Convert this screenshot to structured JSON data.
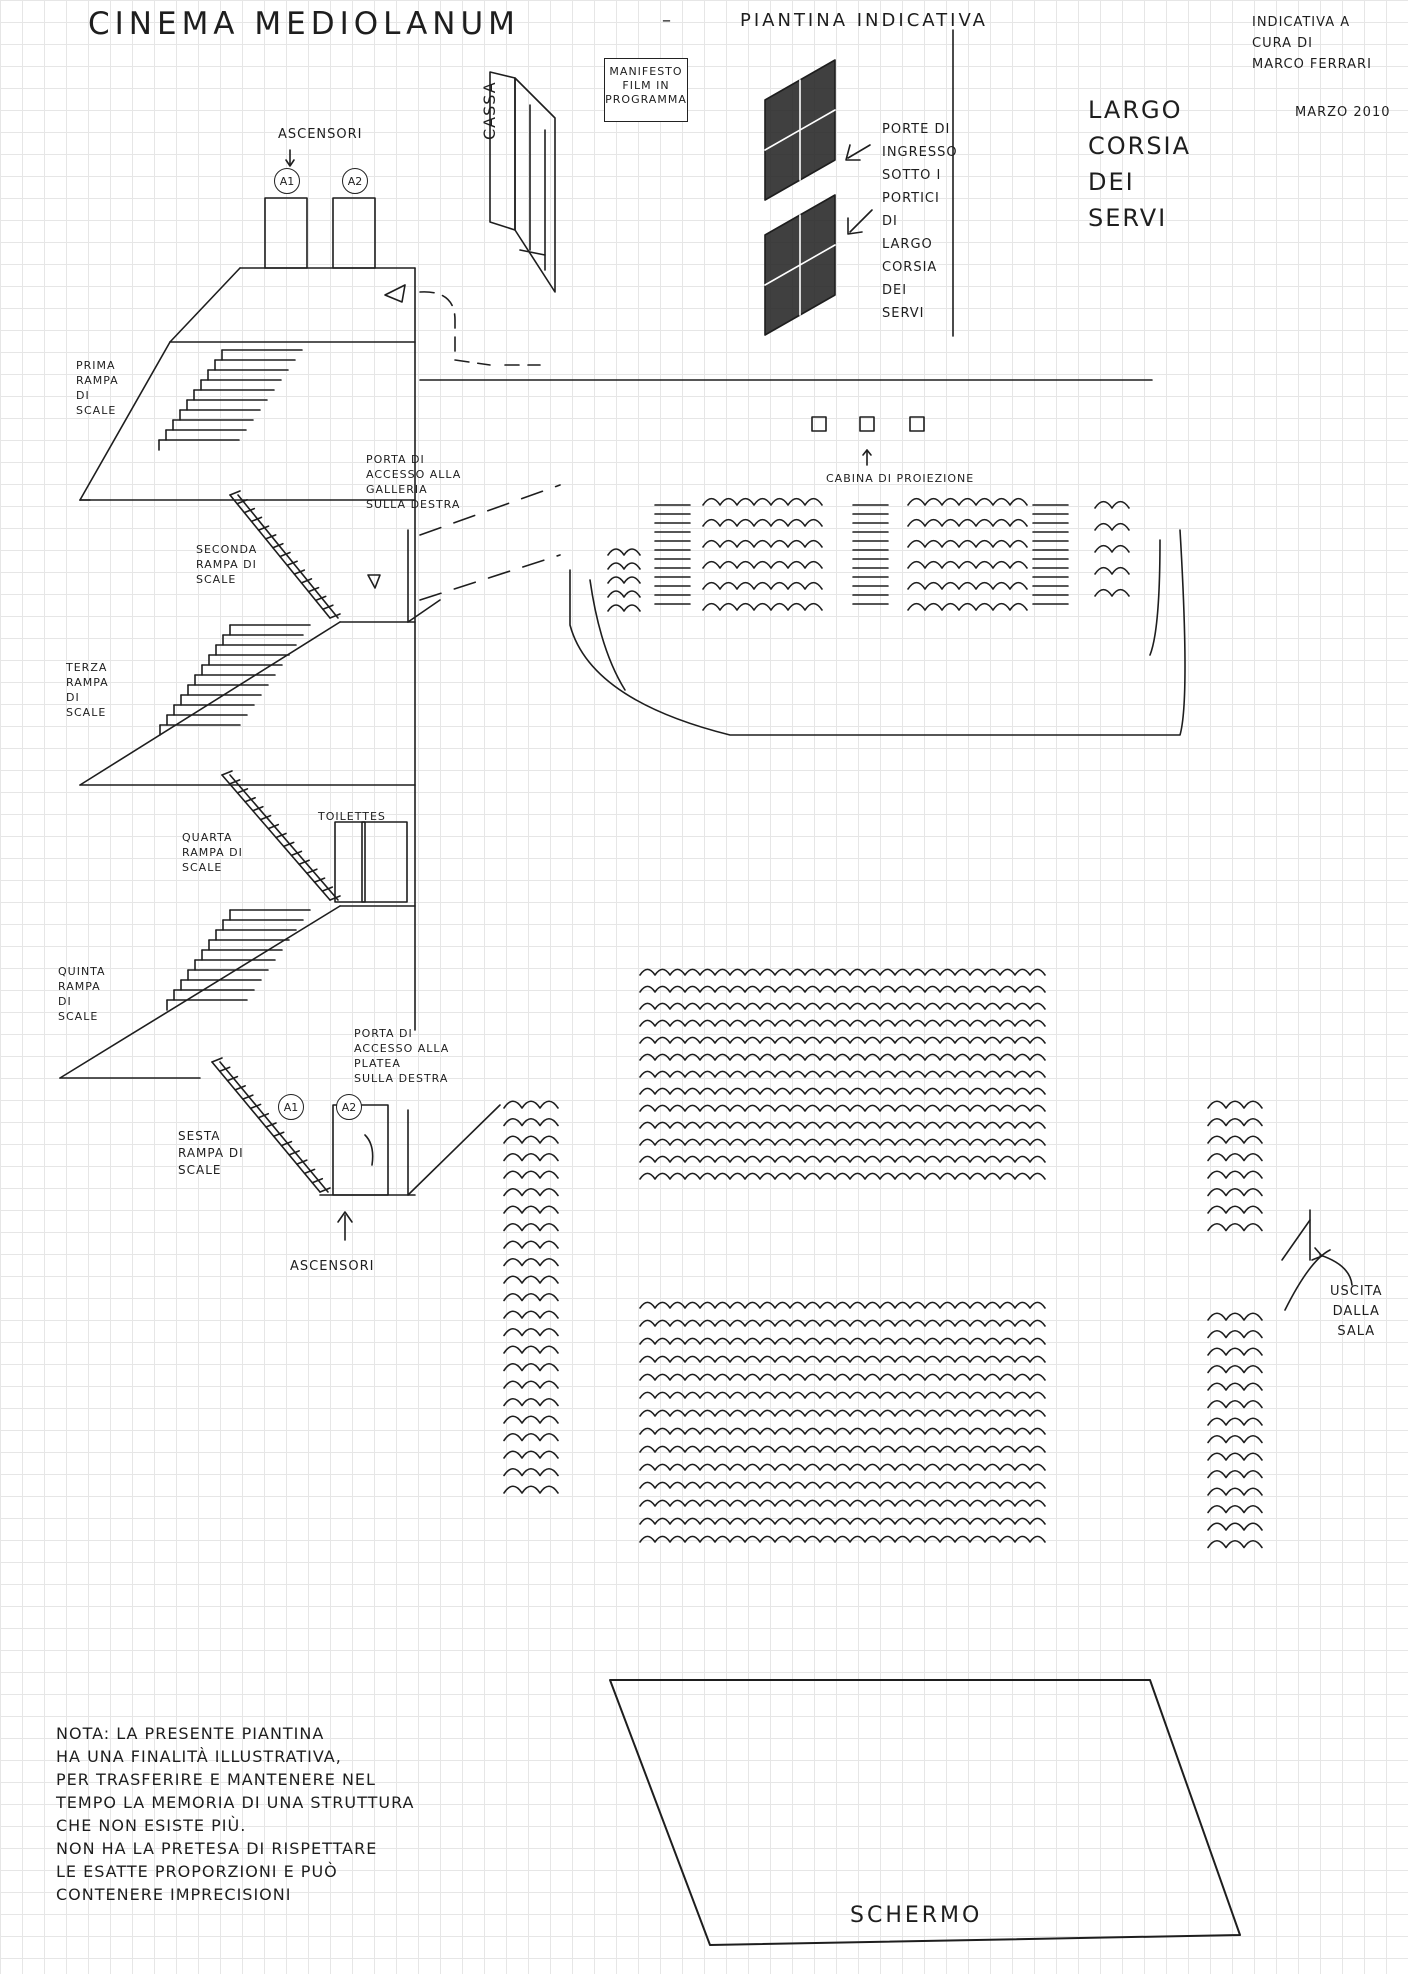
{
  "title": "Cinema Mediolanum",
  "title_separator": "–",
  "subtitle": "Piantina indicativa",
  "credit": {
    "lines": [
      "Indicativa a",
      "cura di",
      "Marco Ferrari"
    ],
    "date": "Marzo 2010"
  },
  "street": [
    "Largo",
    "Corsia",
    "dei",
    "Servi"
  ],
  "labels": {
    "manifesto": [
      "Manifesto",
      "film in",
      "programma"
    ],
    "cassa": "Cassa",
    "ascensori_top": "Ascensori",
    "ascensori_bottom": "Ascensori",
    "lift_a1": "A1",
    "lift_a2": "A2",
    "porte": [
      "Porte di",
      "ingresso",
      "sotto i",
      "portici",
      "di",
      "Largo",
      "Corsia",
      "dei",
      "Servi"
    ],
    "cabina": "Cabina di proiezione",
    "porta_galleria": [
      "Porta di",
      "accesso alla",
      "galleria",
      "sulla destra"
    ],
    "porta_platea": [
      "Porta di",
      "accesso alla",
      "platea",
      "sulla destra"
    ],
    "toilettes": "Toilettes",
    "uscita": [
      "Uscita",
      "dalla",
      "sala"
    ],
    "schermo": "Schermo",
    "stairs": [
      [
        "Prima",
        "rampa",
        "di",
        "scale"
      ],
      [
        "Seconda",
        "rampa di",
        "scale"
      ],
      [
        "Terza",
        "rampa",
        "di",
        "scale"
      ],
      [
        "Quarta",
        "rampa di",
        "scale"
      ],
      [
        "Quinta",
        "rampa",
        "di",
        "scale"
      ],
      [
        "Sesta",
        "rampa di",
        "scale"
      ]
    ]
  },
  "note": [
    "Nota: la presente piantina",
    "ha una finalità illustrativa,",
    "per trasferire e mantenere nel",
    "tempo la memoria di una struttura",
    "che non esiste più.",
    "Non ha la pretesa di rispettare",
    "le esatte proporzioni e può",
    "contenere imprecisioni"
  ],
  "icons": [
    "lift-door-icon",
    "stair-icon",
    "seat-icon",
    "arrow-icon",
    "glass-door-icon",
    "projector-window-icon"
  ],
  "colors": {
    "ink": "#1e1e1e",
    "grid": "#e6e6e6",
    "paper": "#ffffff"
  }
}
